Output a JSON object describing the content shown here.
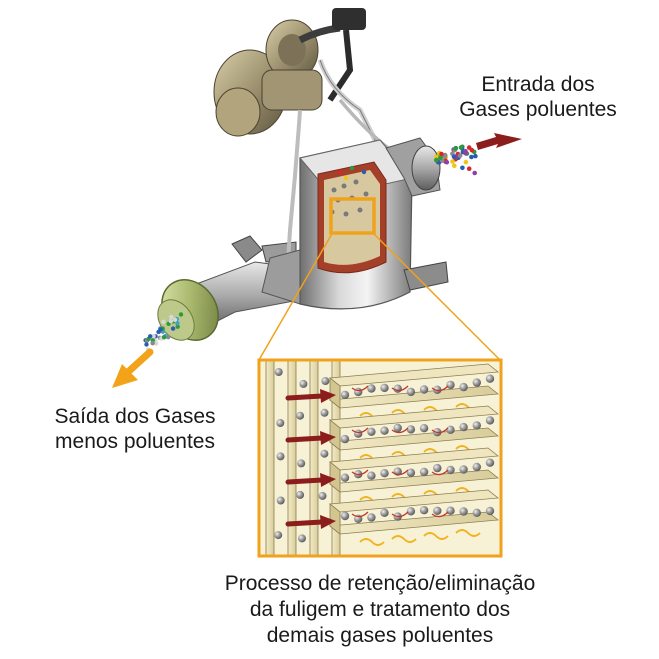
{
  "labels": {
    "inlet": [
      "Entrada dos",
      "Gases poluentes"
    ],
    "outlet": [
      "Saída dos Gases",
      "menos poluentes"
    ],
    "process": [
      "Processo de retenção/eliminação",
      "da fuligem e tratamento dos",
      "demais gases poluentes"
    ]
  },
  "colors": {
    "highlight": "#f0a21b",
    "flow_arrow": "#8c1d1d",
    "outlet_arrow": "#f2a31a",
    "soot": "#8e8e8e",
    "filter_wall": "#e9dfb7"
  },
  "particles": [
    "#d8262a",
    "#2a5db0",
    "#2f9a3a",
    "#f0c419",
    "#8a8a8a",
    "#8e3fa8"
  ],
  "icons": [
    "turbocharger",
    "particulate-filter",
    "exhaust-pipe",
    "inlet-arrow",
    "outlet-arrow",
    "flow-arrow"
  ]
}
